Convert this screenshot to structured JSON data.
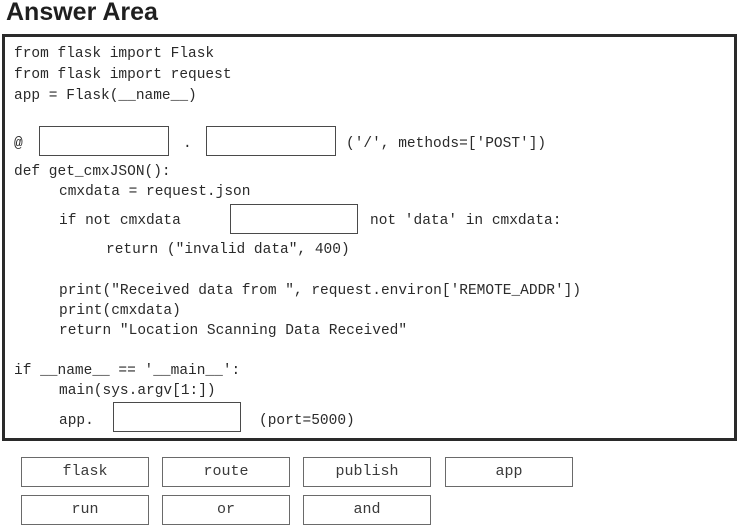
{
  "header": {
    "title": "Answer Area"
  },
  "code": {
    "l1": "from flask import Flask",
    "l2": "from flask import request",
    "l3": "app = Flask(__name__)",
    "decorator_at": "@",
    "decorator_dot": ".",
    "decorator_tail": "('/', methods=['POST'])",
    "def_line": "def get_cmxJSON():",
    "cmxdata_line": "cmxdata = request.json",
    "if_not_head": "if not cmxdata",
    "if_not_tail": "not 'data' in cmxdata:",
    "return_invalid": "return (\"invalid data\", 400)",
    "print_received": "print(\"Received data from \", request.environ['REMOTE_ADDR'])",
    "print_cmxdata": "print(cmxdata)",
    "return_received": "return \"Location Scanning Data Received\"",
    "if_main": "if __name__ == '__main__':",
    "main_call": "main(sys.argv[1:])",
    "app_head": "app.",
    "app_tail": "(port=5000)"
  },
  "options": [
    "flask",
    "route",
    "publish",
    "app",
    "run",
    "or",
    "and"
  ]
}
